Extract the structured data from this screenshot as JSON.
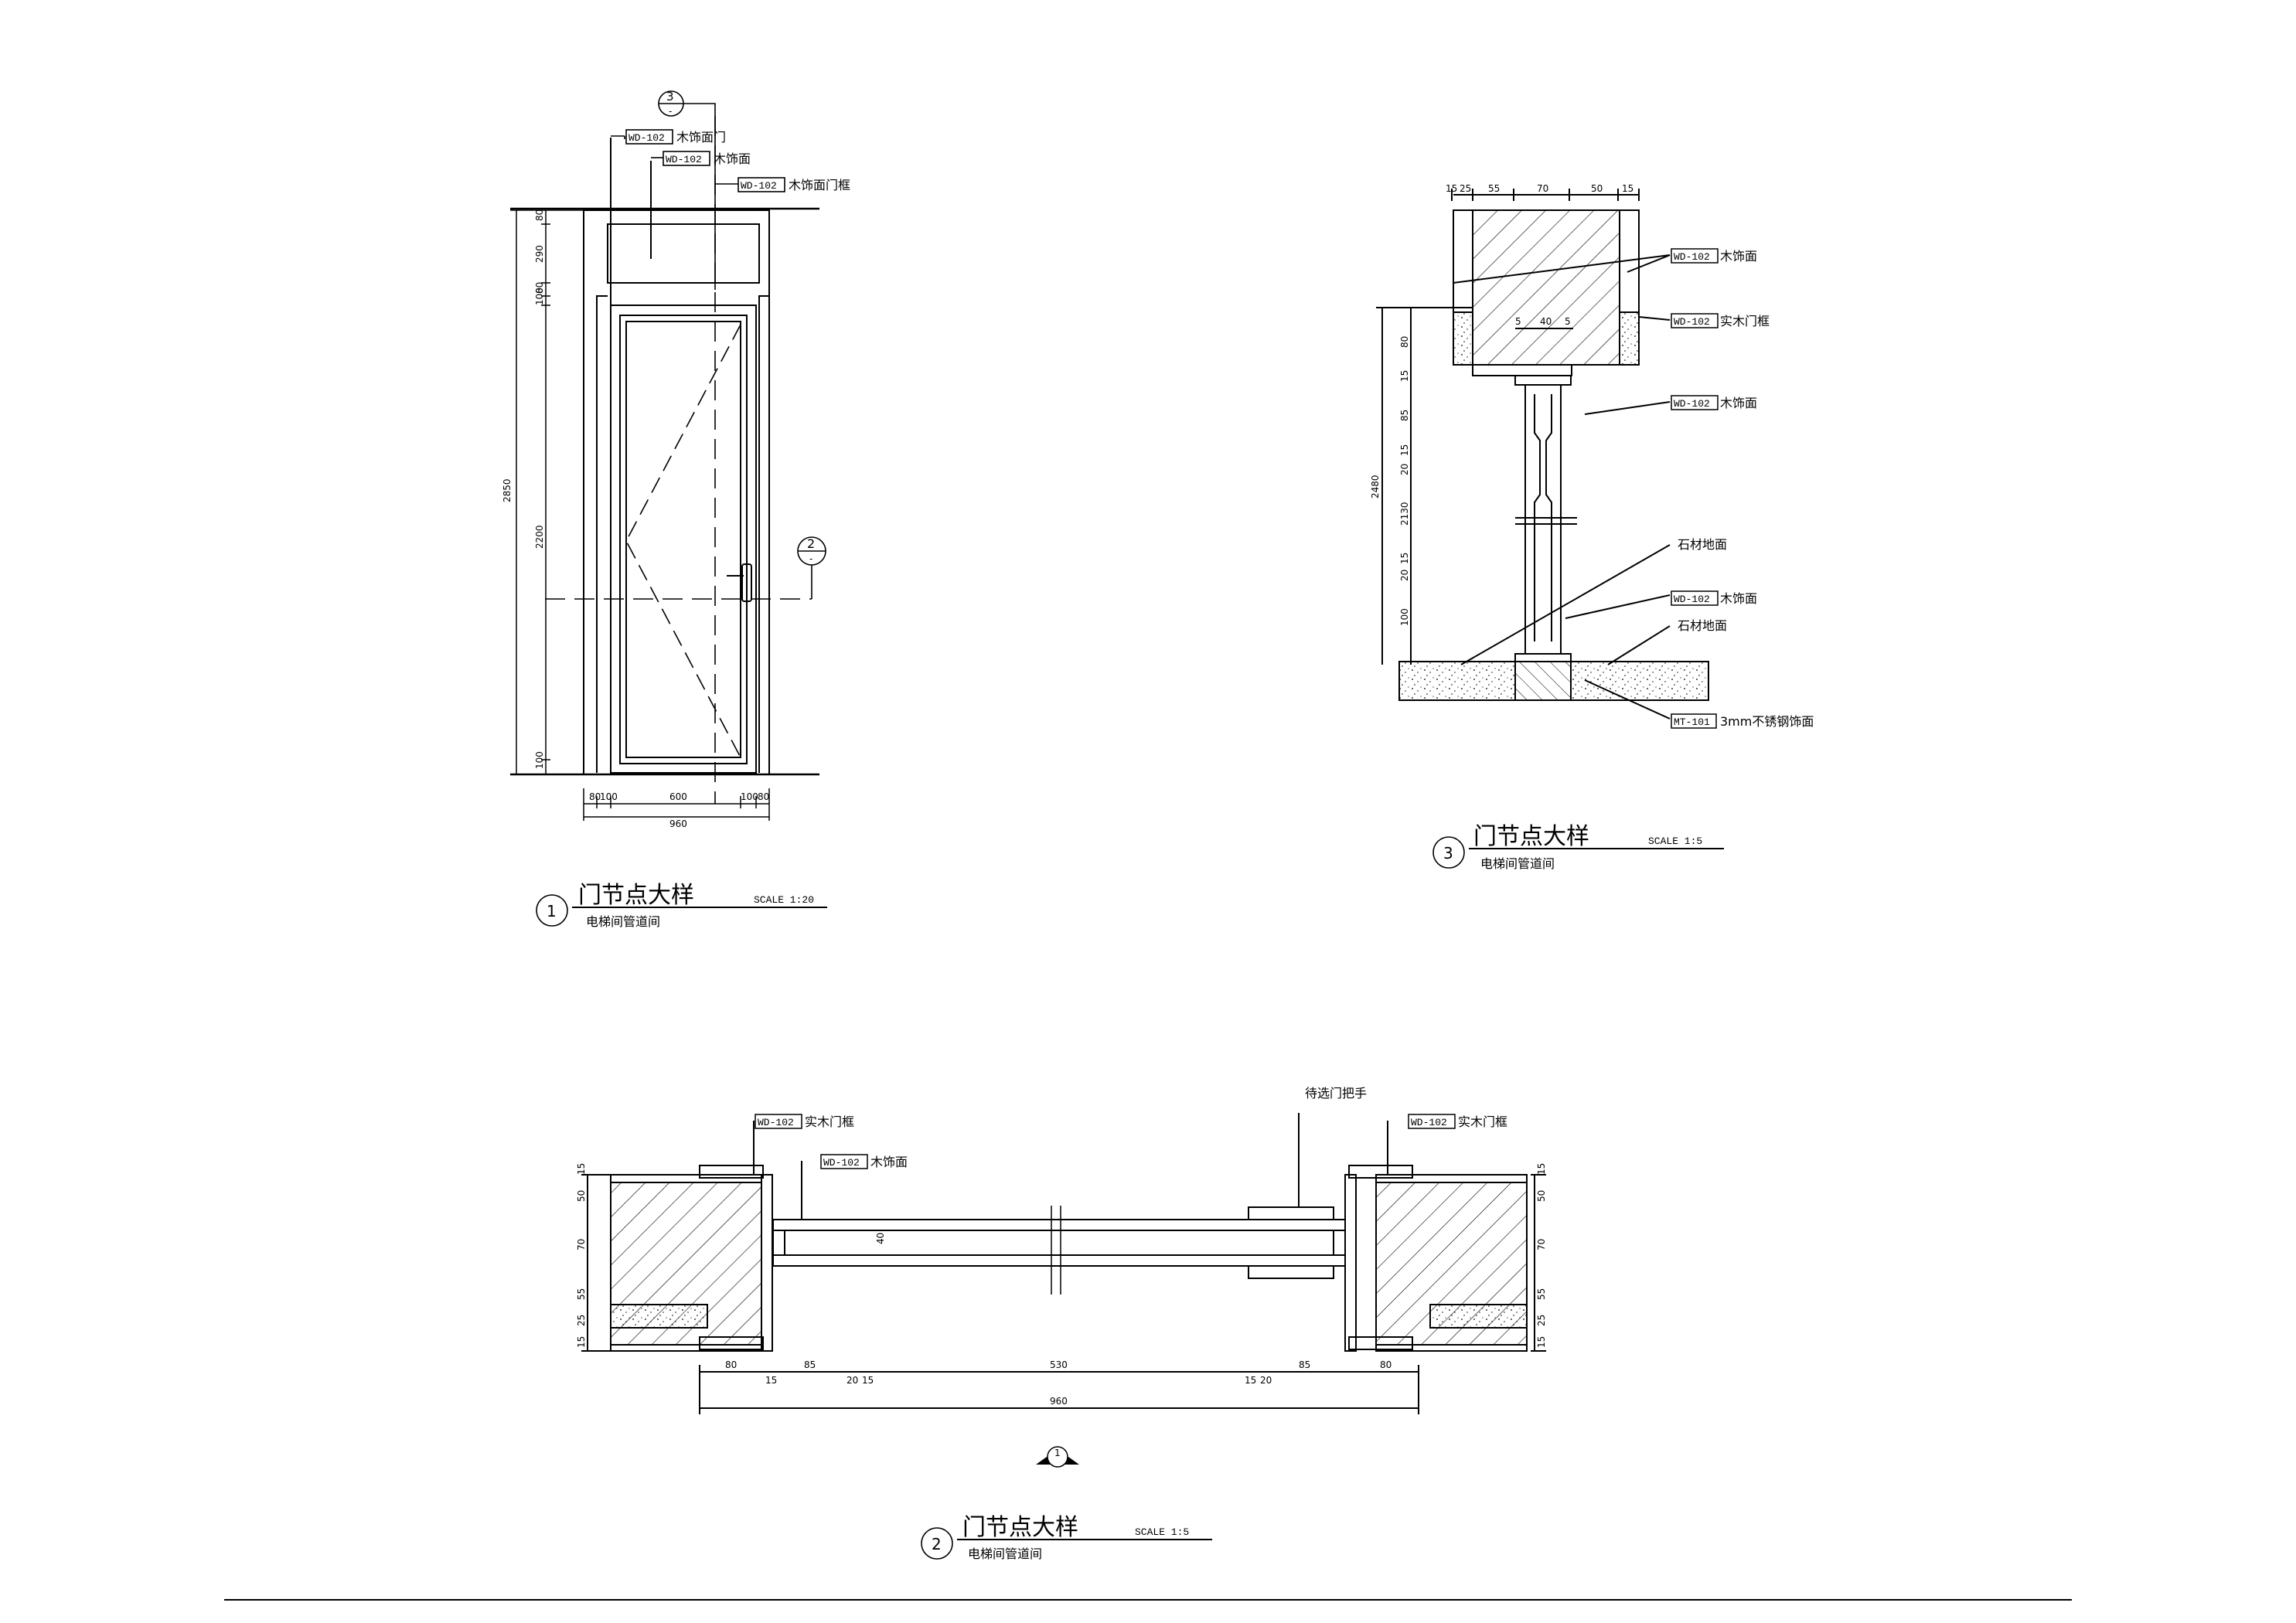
{
  "mat": {
    "wd": "WD-102",
    "mt": "MT-101",
    "wood_door": "木饰面门",
    "wood_face": "木饰面",
    "wood_frame": "木饰面门框",
    "solid_frame": "实木门框",
    "stone": "石材地面",
    "steel": "3mm不锈钢饰面",
    "handle": "待选门把手"
  },
  "detail1": {
    "num": "1",
    "title": "门节点大样",
    "scale": "SCALE 1:20",
    "sub": "电梯间管道间",
    "callout_top": "3",
    "callout_side": "2",
    "callout_dash": "-",
    "dims_h": [
      "80",
      "100",
      "600",
      "100",
      "80"
    ],
    "dim_total": "960",
    "dims_v": [
      "2850",
      "80",
      "290",
      "100",
      "80",
      "2200",
      "100"
    ]
  },
  "detail3": {
    "num": "3",
    "title": "门节点大样",
    "scale": "SCALE 1:5",
    "sub": "电梯间管道间",
    "dims_top": [
      "15",
      "25",
      "55",
      "70",
      "50",
      "15"
    ],
    "dims_inner": [
      "5",
      "40",
      "5"
    ],
    "dims_v": [
      "2480",
      "80",
      "15",
      "85",
      "15",
      "20",
      "2130",
      "15",
      "20",
      "100"
    ]
  },
  "detail2": {
    "num": "2",
    "title": "门节点大样",
    "scale": "SCALE 1:5",
    "sub": "电梯间管道间",
    "dims_h": [
      "80",
      "15",
      "85",
      "20",
      "15",
      "530",
      "15",
      "20",
      "85",
      "80"
    ],
    "dim_total": "960",
    "dims_v": [
      "15",
      "50",
      "70",
      "55",
      "25",
      "15"
    ],
    "dim_40": "40",
    "marker": "1"
  }
}
